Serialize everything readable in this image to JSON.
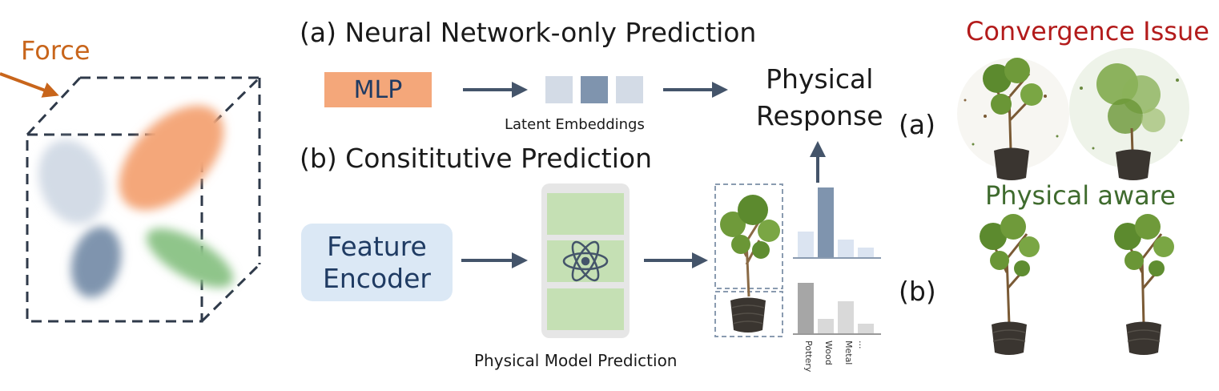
{
  "force": {
    "label": "Force",
    "color": "#c8651b"
  },
  "panel_a": {
    "title": "(a) Neural Network-only Prediction",
    "mlp_label": "MLP",
    "latent_label": "Latent Embeddings"
  },
  "panel_b": {
    "title": "(b) Consititutive Prediction",
    "encoder_label": [
      "Feature",
      "Encoder"
    ],
    "model_label": "Physical Model Prediction"
  },
  "response": {
    "lines": [
      "Physical",
      "Response"
    ]
  },
  "results": {
    "issue_title": "Convergence Issue",
    "issue_color": "#b31b1b",
    "aware_title": "Physical aware",
    "aware_color": "#3f6b2e",
    "row_a": "(a)",
    "row_b": "(b)"
  },
  "materials": [
    "Pottery",
    "Wood",
    "Metal",
    "..."
  ],
  "colors": {
    "orange": "#f4a77a",
    "gray_blue": "#d3dbe6",
    "slate": "#7f94ae",
    "green": "#8fc58a",
    "encoder_bg": "#dbe8f5",
    "arrow": "#44546a"
  }
}
